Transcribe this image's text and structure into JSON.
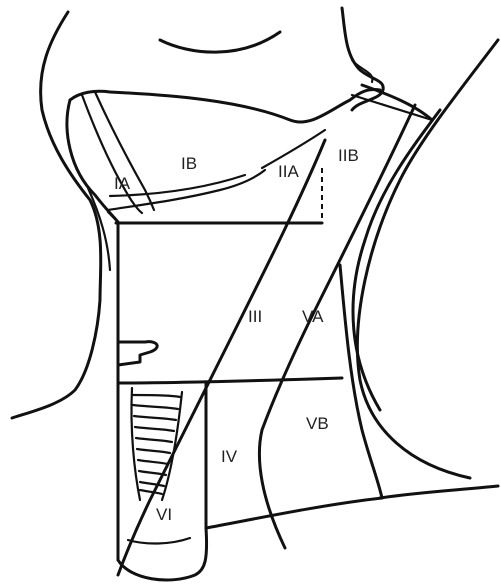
{
  "labels": {
    "ia": "IA",
    "ib": "IB",
    "iia": "IIA",
    "iib": "IIB",
    "iii": "III",
    "va": "VA",
    "iv": "IV",
    "vb": "VB",
    "vi": "VI"
  }
}
